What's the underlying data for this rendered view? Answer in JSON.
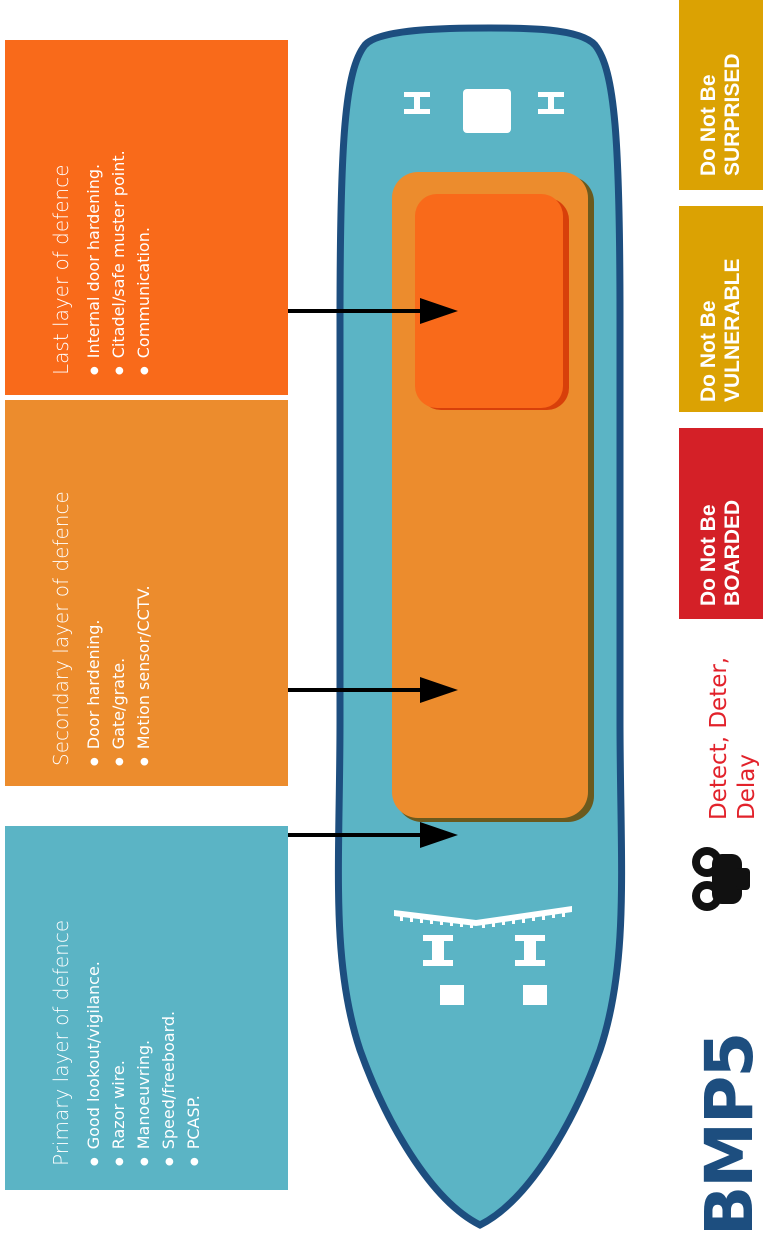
{
  "boxes": {
    "last": {
      "title": "Last layer of defence",
      "bullets": [
        "Internal door hardening.",
        "Citadel/safe muster point.",
        "Communication."
      ],
      "color": "#f96a1a"
    },
    "secondary": {
      "title": "Secondary layer of defence",
      "bullets": [
        "Door hardening.",
        "Gate/grate.",
        "Motion sensor/CCTV."
      ],
      "color": "#ec8c2d"
    },
    "primary": {
      "title": "Primary layer of defence",
      "bullets": [
        "Good lookout/vigilance.",
        "Razor wire.",
        "Manoeuvring.",
        "Speed/freeboard.",
        "PCASP."
      ],
      "color": "#5bb4c5"
    }
  },
  "badges": {
    "surprised": {
      "line1": "Do Not Be",
      "line2": "SURPRISED",
      "color": "#dba203"
    },
    "vulnerable": {
      "line1": "Do Not Be",
      "line2": "VULNERABLE",
      "color": "#dba203"
    },
    "boarded": {
      "line1": "Do Not Be",
      "line2": "BOARDED",
      "color": "#d42027"
    }
  },
  "tagline": {
    "line1": "Detect, Deter,",
    "line2": "Delay"
  },
  "logo": {
    "text": "BMP5"
  },
  "ship": {
    "hull_color": "#5bb4c5",
    "outline_color": "#1d4e7f"
  }
}
